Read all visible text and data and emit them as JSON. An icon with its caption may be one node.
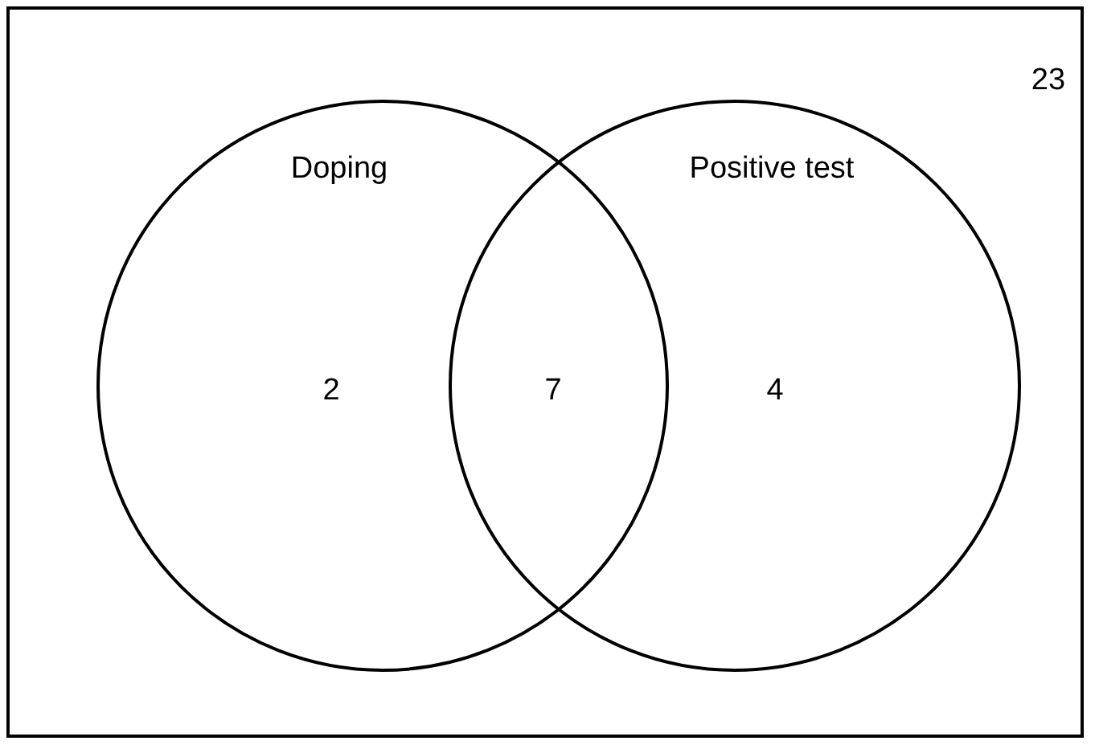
{
  "diagram": {
    "nodes": [
      {
        "text": [
          "23"
        ]
      },
      {
        "text": [
          "Doping"
        ],
        "in": 0
      },
      {
        "text": [
          "Positive test"
        ],
        "in": 0
      }
    ],
    "labels": [
      "2",
      "7",
      "4"
    ]
  }
}
